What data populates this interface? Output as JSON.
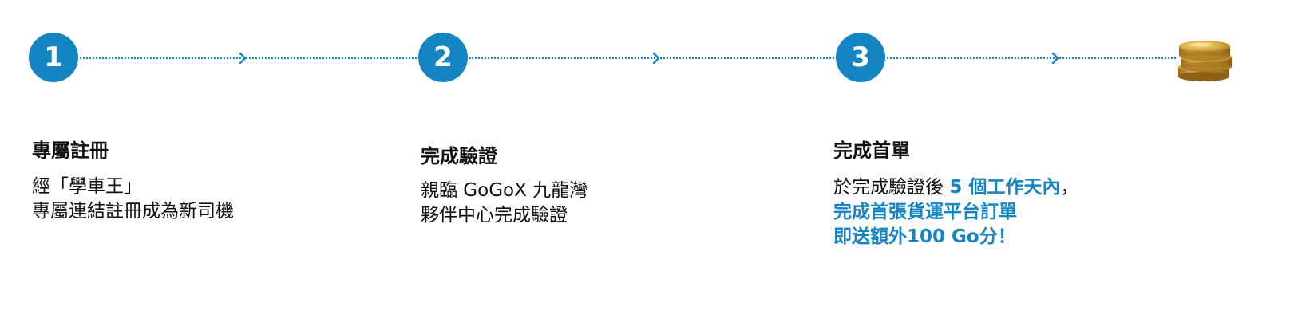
{
  "colors": {
    "accent": "#1584c3",
    "text": "#111111",
    "coin_gold": "#d4a535"
  },
  "steps": [
    {
      "number": "1",
      "title": "專屬註冊",
      "desc_lines": [
        "經「學車王」",
        "專屬連結註冊成為新司機"
      ]
    },
    {
      "number": "2",
      "title": "完成驗證",
      "desc_lines": [
        "親臨 GoGoX 九龍灣",
        "夥伴中心完成驗證"
      ]
    },
    {
      "number": "3",
      "title": "完成首單",
      "desc_line1_prefix": "於完成驗證後 ",
      "desc_line1_highlight": "5 個工作天內",
      "desc_line1_suffix": "，",
      "desc_line2": "完成首張貨運平台訂單",
      "desc_line3": "即送額外100 Go分！"
    }
  ],
  "reward_icon": "gold-coins-icon",
  "connector_icon": "chevron-right-icon"
}
